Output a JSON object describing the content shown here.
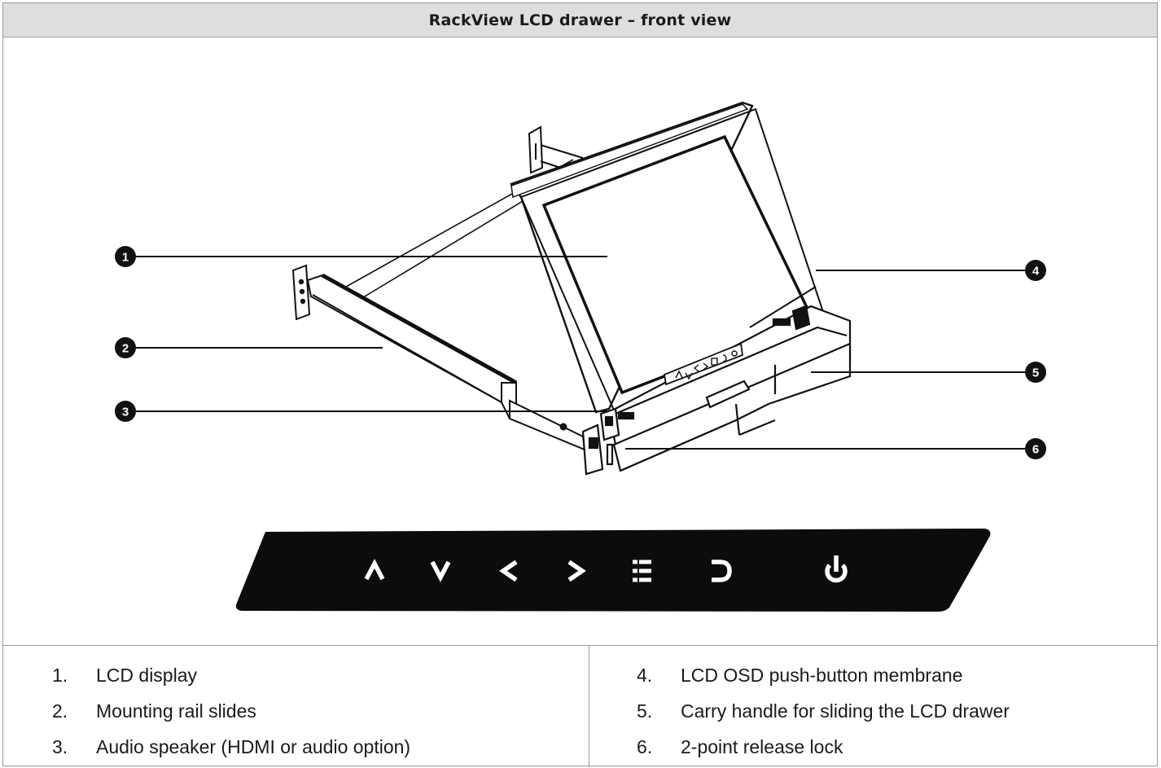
{
  "title": "RackView LCD drawer – front view",
  "callouts": [
    "1",
    "2",
    "3",
    "4",
    "5",
    "6"
  ],
  "legend": {
    "left": [
      {
        "num": "1.",
        "text": "LCD display"
      },
      {
        "num": "2.",
        "text": "Mounting rail slides"
      },
      {
        "num": "3.",
        "text": "Audio speaker (HDMI or audio option)"
      }
    ],
    "right": [
      {
        "num": "4.",
        "text": "LCD OSD push-button membrane"
      },
      {
        "num": "5.",
        "text": "Carry handle for sliding the LCD drawer"
      },
      {
        "num": "6.",
        "text": "2-point release lock"
      }
    ]
  },
  "osd_buttons": [
    "up-arrow-icon",
    "down-arrow-icon",
    "left-arrow-icon",
    "right-arrow-icon",
    "menu-icon",
    "return-icon",
    "power-icon"
  ],
  "colors": {
    "header_bg": "#dedede",
    "border": "#9a9a9a",
    "membrane": "#0c0c0c",
    "callout": "#111111"
  }
}
